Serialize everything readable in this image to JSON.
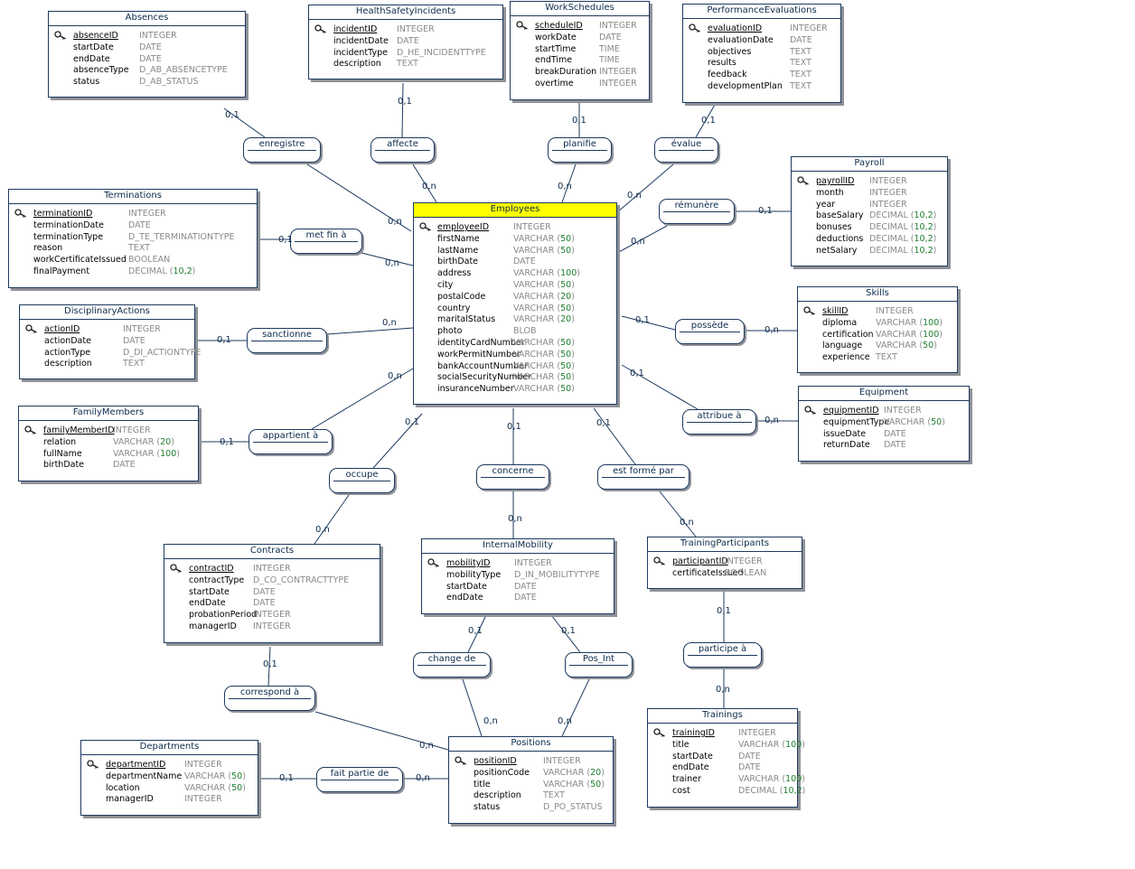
{
  "entities": [
    {
      "id": "absences",
      "title": "Absences",
      "attrs": [
        {
          "name": "absenceID",
          "type": "INTEGER",
          "pk": true
        },
        {
          "name": "startDate",
          "type": "DATE"
        },
        {
          "name": "endDate",
          "type": "DATE"
        },
        {
          "name": "absenceType",
          "type": "D_AB_ABSENCETYPE"
        },
        {
          "name": "status",
          "type": "D_AB_STATUS"
        }
      ]
    },
    {
      "id": "health",
      "title": "HealthSafetyIncidents",
      "attrs": [
        {
          "name": "incidentID",
          "type": "INTEGER",
          "pk": true
        },
        {
          "name": "incidentDate",
          "type": "DATE"
        },
        {
          "name": "incidentType",
          "type": "D_HE_INCIDENTTYPE"
        },
        {
          "name": "description",
          "type": "TEXT"
        }
      ]
    },
    {
      "id": "workschedules",
      "title": "WorkSchedules",
      "attrs": [
        {
          "name": "scheduleID",
          "type": "INTEGER",
          "pk": true
        },
        {
          "name": "workDate",
          "type": "DATE"
        },
        {
          "name": "startTime",
          "type": "TIME"
        },
        {
          "name": "endTime",
          "type": "TIME"
        },
        {
          "name": "breakDuration",
          "type": "INTEGER"
        },
        {
          "name": "overtime",
          "type": "INTEGER"
        }
      ]
    },
    {
      "id": "perf",
      "title": "PerformanceEvaluations",
      "attrs": [
        {
          "name": "evaluationID",
          "type": "INTEGER",
          "pk": true
        },
        {
          "name": "evaluationDate",
          "type": "DATE"
        },
        {
          "name": "objectives",
          "type": "TEXT"
        },
        {
          "name": "results",
          "type": "TEXT"
        },
        {
          "name": "feedback",
          "type": "TEXT"
        },
        {
          "name": "developmentPlan",
          "type": "TEXT"
        }
      ]
    },
    {
      "id": "payroll",
      "title": "Payroll",
      "attrs": [
        {
          "name": "payrollID",
          "type": "INTEGER",
          "pk": true
        },
        {
          "name": "month",
          "type": "INTEGER"
        },
        {
          "name": "year",
          "type": "INTEGER"
        },
        {
          "name": "baseSalary",
          "type": "DECIMAL",
          "size": "10,2"
        },
        {
          "name": "bonuses",
          "type": "DECIMAL",
          "size": "10,2"
        },
        {
          "name": "deductions",
          "type": "DECIMAL",
          "size": "10,2"
        },
        {
          "name": "netSalary",
          "type": "DECIMAL",
          "size": "10,2"
        }
      ]
    },
    {
      "id": "terminations",
      "title": "Terminations",
      "attrs": [
        {
          "name": "terminationID",
          "type": "INTEGER",
          "pk": true
        },
        {
          "name": "terminationDate",
          "type": "DATE"
        },
        {
          "name": "terminationType",
          "type": "D_TE_TERMINATIONTYPE"
        },
        {
          "name": "reason",
          "type": "TEXT"
        },
        {
          "name": "workCertificateIssued",
          "type": "BOOLEAN"
        },
        {
          "name": "finalPayment",
          "type": "DECIMAL",
          "size": "10,2"
        }
      ]
    },
    {
      "id": "employees",
      "title": "Employees",
      "attrs": [
        {
          "name": "employeeID",
          "type": "INTEGER",
          "pk": true
        },
        {
          "name": "firstName",
          "type": "VARCHAR",
          "size": "50"
        },
        {
          "name": "lastName",
          "type": "VARCHAR",
          "size": "50"
        },
        {
          "name": "birthDate",
          "type": "DATE"
        },
        {
          "name": "address",
          "type": "VARCHAR",
          "size": "100"
        },
        {
          "name": "city",
          "type": "VARCHAR",
          "size": "50"
        },
        {
          "name": "postalCode",
          "type": "VARCHAR",
          "size": "20"
        },
        {
          "name": "country",
          "type": "VARCHAR",
          "size": "50"
        },
        {
          "name": "maritalStatus",
          "type": "VARCHAR",
          "size": "20"
        },
        {
          "name": "photo",
          "type": "BLOB"
        },
        {
          "name": "identityCardNumber",
          "type": "VARCHAR",
          "size": "50"
        },
        {
          "name": "workPermitNumber",
          "type": "VARCHAR",
          "size": "50"
        },
        {
          "name": "bankAccountNumber",
          "type": "VARCHAR",
          "size": "50"
        },
        {
          "name": "socialSecurityNumber",
          "type": "VARCHAR",
          "size": "50"
        },
        {
          "name": "insuranceNumber",
          "type": "VARCHAR",
          "size": "50"
        }
      ]
    },
    {
      "id": "disciplinary",
      "title": "DisciplinaryActions",
      "attrs": [
        {
          "name": "actionID",
          "type": "INTEGER",
          "pk": true
        },
        {
          "name": "actionDate",
          "type": "DATE"
        },
        {
          "name": "actionType",
          "type": "D_DI_ACTIONTYPE"
        },
        {
          "name": "description",
          "type": "TEXT"
        }
      ]
    },
    {
      "id": "skills",
      "title": "Skills",
      "attrs": [
        {
          "name": "skillID",
          "type": "INTEGER",
          "pk": true
        },
        {
          "name": "diploma",
          "type": "VARCHAR",
          "size": "100"
        },
        {
          "name": "certification",
          "type": "VARCHAR",
          "size": "100"
        },
        {
          "name": "language",
          "type": "VARCHAR",
          "size": "50"
        },
        {
          "name": "experience",
          "type": "TEXT"
        }
      ]
    },
    {
      "id": "family",
      "title": "FamilyMembers",
      "attrs": [
        {
          "name": "familyMemberID",
          "type": "INTEGER",
          "pk": true
        },
        {
          "name": "relation",
          "type": "VARCHAR",
          "size": "20"
        },
        {
          "name": "fullName",
          "type": "VARCHAR",
          "size": "100"
        },
        {
          "name": "birthDate",
          "type": "DATE"
        }
      ]
    },
    {
      "id": "equipment",
      "title": "Equipment",
      "attrs": [
        {
          "name": "equipmentID",
          "type": "INTEGER",
          "pk": true
        },
        {
          "name": "equipmentType",
          "type": "VARCHAR",
          "size": "50"
        },
        {
          "name": "issueDate",
          "type": "DATE"
        },
        {
          "name": "returnDate",
          "type": "DATE"
        }
      ]
    },
    {
      "id": "contracts",
      "title": "Contracts",
      "attrs": [
        {
          "name": "contractID",
          "type": "INTEGER",
          "pk": true
        },
        {
          "name": "contractType",
          "type": "D_CO_CONTRACTTYPE"
        },
        {
          "name": "startDate",
          "type": "DATE"
        },
        {
          "name": "endDate",
          "type": "DATE"
        },
        {
          "name": "probationPeriod",
          "type": "INTEGER"
        },
        {
          "name": "managerID",
          "type": "INTEGER"
        }
      ]
    },
    {
      "id": "mobility",
      "title": "InternalMobility",
      "attrs": [
        {
          "name": "mobilityID",
          "type": "INTEGER",
          "pk": true
        },
        {
          "name": "mobilityType",
          "type": "D_IN_MOBILITYTYPE"
        },
        {
          "name": "startDate",
          "type": "DATE"
        },
        {
          "name": "endDate",
          "type": "DATE"
        }
      ]
    },
    {
      "id": "participants",
      "title": "TrainingParticipants",
      "attrs": [
        {
          "name": "participantID",
          "type": "INTEGER",
          "pk": true
        },
        {
          "name": "certificateIssued",
          "type": "BOOLEAN"
        }
      ]
    },
    {
      "id": "trainings",
      "title": "Trainings",
      "attrs": [
        {
          "name": "trainingID",
          "type": "INTEGER",
          "pk": true
        },
        {
          "name": "title",
          "type": "VARCHAR",
          "size": "100"
        },
        {
          "name": "startDate",
          "type": "DATE"
        },
        {
          "name": "endDate",
          "type": "DATE"
        },
        {
          "name": "trainer",
          "type": "VARCHAR",
          "size": "100"
        },
        {
          "name": "cost",
          "type": "DECIMAL",
          "size": "10,2"
        }
      ]
    },
    {
      "id": "departments",
      "title": "Departments",
      "attrs": [
        {
          "name": "departmentID",
          "type": "INTEGER",
          "pk": true
        },
        {
          "name": "departmentName",
          "type": "VARCHAR",
          "size": "50"
        },
        {
          "name": "location",
          "type": "VARCHAR",
          "size": "50"
        },
        {
          "name": "managerID",
          "type": "INTEGER"
        }
      ]
    },
    {
      "id": "positions",
      "title": "Positions",
      "attrs": [
        {
          "name": "positionID",
          "type": "INTEGER",
          "pk": true
        },
        {
          "name": "positionCode",
          "type": "VARCHAR",
          "size": "20"
        },
        {
          "name": "title",
          "type": "VARCHAR",
          "size": "50"
        },
        {
          "name": "description",
          "type": "TEXT"
        },
        {
          "name": "status",
          "type": "D_PO_STATUS"
        }
      ]
    }
  ],
  "associations": [
    {
      "id": "enregistre",
      "label": "enregistre"
    },
    {
      "id": "affecte",
      "label": "affecte"
    },
    {
      "id": "planifie",
      "label": "planifie"
    },
    {
      "id": "evalue",
      "label": "évalue"
    },
    {
      "id": "remunere",
      "label": "rémunère"
    },
    {
      "id": "metfin",
      "label": "met fin à"
    },
    {
      "id": "sanctionne",
      "label": "sanctionne"
    },
    {
      "id": "possede",
      "label": "possède"
    },
    {
      "id": "appartient",
      "label": "appartient à"
    },
    {
      "id": "attribue",
      "label": "attribue à"
    },
    {
      "id": "occupe",
      "label": "occupe"
    },
    {
      "id": "concerne",
      "label": "concerne"
    },
    {
      "id": "estforme",
      "label": "est formé par"
    },
    {
      "id": "changede",
      "label": "change de"
    },
    {
      "id": "posint",
      "label": "Pos_Int"
    },
    {
      "id": "participe",
      "label": "participe à"
    },
    {
      "id": "correspond",
      "label": "correspond à"
    },
    {
      "id": "faitpartie",
      "label": "fait partie de"
    }
  ],
  "cardinalities": [
    {
      "id": "c1",
      "text": "0,1"
    },
    {
      "id": "c2",
      "text": "0,n"
    },
    {
      "id": "c3",
      "text": "0,1"
    },
    {
      "id": "c4",
      "text": "0,n"
    },
    {
      "id": "c5",
      "text": "0,1"
    },
    {
      "id": "c6",
      "text": "0,n"
    },
    {
      "id": "c7",
      "text": "0,1"
    },
    {
      "id": "c8",
      "text": "0,n"
    },
    {
      "id": "c9",
      "text": "0,1"
    },
    {
      "id": "c10",
      "text": "0,n"
    },
    {
      "id": "c11",
      "text": "0,1"
    },
    {
      "id": "c12",
      "text": "0,n"
    },
    {
      "id": "c13",
      "text": "0,1"
    },
    {
      "id": "c14",
      "text": "0,n"
    },
    {
      "id": "c15",
      "text": "0,1"
    },
    {
      "id": "c16",
      "text": "0,n"
    },
    {
      "id": "c17",
      "text": "0,1"
    },
    {
      "id": "c18",
      "text": "0,n"
    },
    {
      "id": "c19",
      "text": "0,1"
    },
    {
      "id": "c20",
      "text": "0,n"
    },
    {
      "id": "c21",
      "text": "0,1"
    },
    {
      "id": "c22",
      "text": "0,n"
    },
    {
      "id": "c23",
      "text": "0,1"
    },
    {
      "id": "c24",
      "text": "0,n"
    },
    {
      "id": "c25",
      "text": "0,1"
    },
    {
      "id": "c26",
      "text": "0,n"
    },
    {
      "id": "c27",
      "text": "0,1"
    },
    {
      "id": "c28",
      "text": "0,n"
    },
    {
      "id": "c29",
      "text": "0,1"
    },
    {
      "id": "c30",
      "text": "0,n"
    },
    {
      "id": "c31",
      "text": "0,1"
    },
    {
      "id": "c32",
      "text": "0,n"
    },
    {
      "id": "c33",
      "text": "0,1"
    },
    {
      "id": "c34",
      "text": "0,n"
    },
    {
      "id": "c35",
      "text": "0,1"
    },
    {
      "id": "c36",
      "text": "0,n"
    }
  ],
  "colors": {
    "line": "#1c3a5e",
    "title_text": "#0b2a4a",
    "type_text": "#8a8a8a",
    "size_number": "#1d7d2d",
    "employees_header": "#ffff00",
    "shadow": "#8f9298"
  },
  "icons": {
    "primary_key": "key-icon"
  }
}
